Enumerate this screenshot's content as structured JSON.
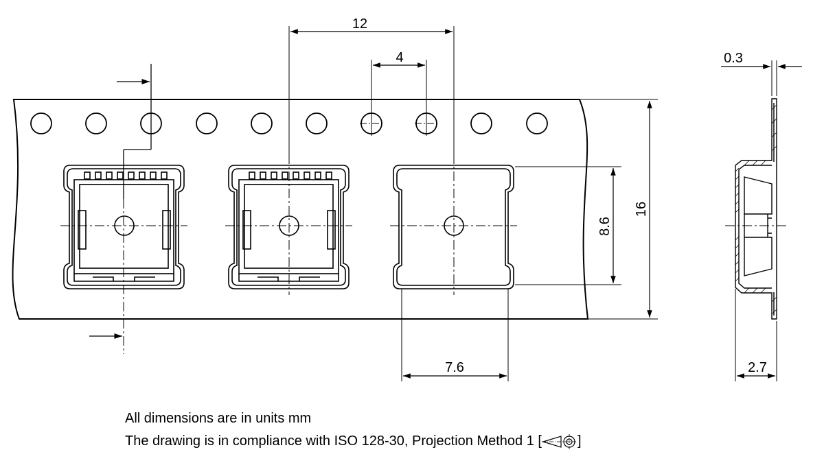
{
  "dimensions": {
    "pitch": "12",
    "hole_pitch": "4",
    "thickness": "0.3",
    "tape_width": "16",
    "pocket_length": "8.6",
    "pocket_width": "7.6",
    "pocket_depth": "2.7"
  },
  "notes": {
    "units": "All dimensions are in units mm",
    "compliance_prefix": "The drawing is in compliance with ISO 128-30, Projection Method 1 [",
    "compliance_suffix": "]"
  },
  "icons": {
    "projection_symbol": "first-angle-projection-icon"
  }
}
